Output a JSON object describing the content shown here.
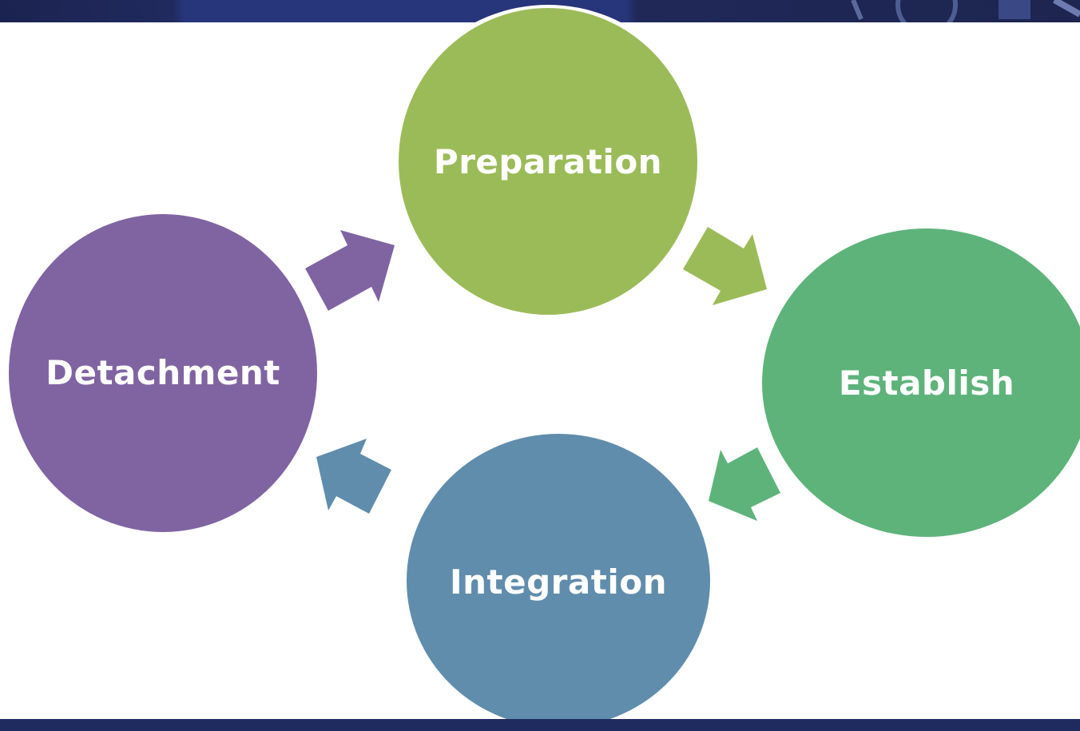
{
  "diagram": {
    "stages": [
      {
        "label": "Preparation",
        "color": "#9bbb59"
      },
      {
        "label": "Establish",
        "color": "#5eb37b"
      },
      {
        "label": "Integration",
        "color": "#608dac"
      },
      {
        "label": "Detachment",
        "color": "#8064a2"
      }
    ],
    "arrows": [
      {
        "from": "Preparation",
        "to": "Establish",
        "color": "#9bbb59"
      },
      {
        "from": "Establish",
        "to": "Integration",
        "color": "#5eb37b"
      },
      {
        "from": "Integration",
        "to": "Detachment",
        "color": "#608dac"
      },
      {
        "from": "Detachment",
        "to": "Preparation",
        "color": "#8064a2"
      }
    ],
    "header_color": "#27357a",
    "footer_color": "#1f2a5e"
  }
}
